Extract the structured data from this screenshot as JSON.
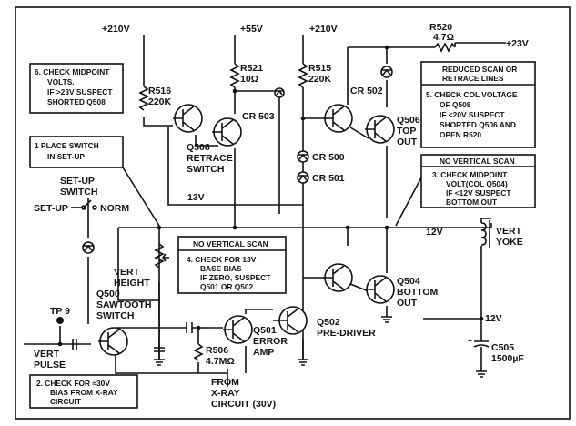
{
  "supplies": {
    "v210_left": "+210V",
    "v55": "+55V",
    "v210_mid": "+210V",
    "v23": "+23V",
    "v13": "13V",
    "v12_top": "12V",
    "v12_bottom": "12V"
  },
  "components": {
    "r516": {
      "ref": "R516",
      "value": "220K"
    },
    "r521": {
      "ref": "R521",
      "value": "10Ω"
    },
    "r515": {
      "ref": "R515",
      "value": "220K"
    },
    "r520": {
      "ref": "R520",
      "value": "4.7Ω"
    },
    "r506": {
      "ref": "R506",
      "value": "4.7MΩ"
    },
    "cr503": "CR 503",
    "cr502": "CR 502",
    "cr500": "CR 500",
    "cr501": "CR 501",
    "q508": {
      "ref": "Q508",
      "line1": "RETRACE",
      "line2": "SWITCH"
    },
    "q506": {
      "ref": "Q506",
      "line1": "TOP",
      "line2": "OUT"
    },
    "q504": {
      "ref": "Q504",
      "line1": "BOTTOM",
      "line2": "OUT"
    },
    "q500": {
      "ref": "Q500",
      "line1": "SAWTOOTH",
      "line2": "SWITCH"
    },
    "q501": {
      "ref": "Q501",
      "line1": "ERROR",
      "line2": "AMP"
    },
    "q502": {
      "ref": "Q502",
      "line1": "PRE-DRIVER"
    },
    "c505": {
      "ref": "C505",
      "value": "1500µF"
    },
    "vert_yoke": {
      "line1": "VERT",
      "line2": "YOKE"
    },
    "vert_height": {
      "line1": "VERT",
      "line2": "HEIGHT"
    }
  },
  "switch": {
    "title1": "SET-UP",
    "title2": "SWITCH",
    "pos_setup": "SET-UP",
    "pos_norm": "NORM"
  },
  "terminals": {
    "tp9": "TP 9",
    "vert_pulse1": "VERT",
    "vert_pulse2": "PULSE",
    "from_xray1": "FROM",
    "from_xray2": "X-RAY",
    "from_xray3": "CIRCUIT (30V)"
  },
  "notes": {
    "note6": [
      "6.  CHECK MIDPOINT",
      "VOLTS.",
      "IF >23V SUSPECT",
      "SHORTED Q508"
    ],
    "note1": [
      "1   PLACE SWITCH",
      "IN SET-UP"
    ],
    "note5_header": [
      "REDUCED SCAN OR",
      "RETRACE LINES"
    ],
    "note5_body": [
      "5.  CHECK COL VOLTAGE",
      "OF Q508",
      "IF <20V SUSPECT",
      "SHORTED Q506 AND",
      "OPEN R520"
    ],
    "note3_header": "NO VERTICAL SCAN",
    "note3_body": [
      "3.  CHECK MIDPOINT",
      "VOLT(COL Q504)",
      "IF <12V SUSPECT",
      "BOTTOM OUT"
    ],
    "note4_header": "NO VERTICAL SCAN",
    "note4_body": [
      "4.  CHECK FOR 13V",
      "BASE BIAS",
      "IF ZERO, SUSPECT",
      "Q501 OR Q502"
    ],
    "note2": [
      "2.  CHECK FOR ≈30V",
      "BIAS FROM X-RAY",
      "CIRCUIT"
    ]
  }
}
